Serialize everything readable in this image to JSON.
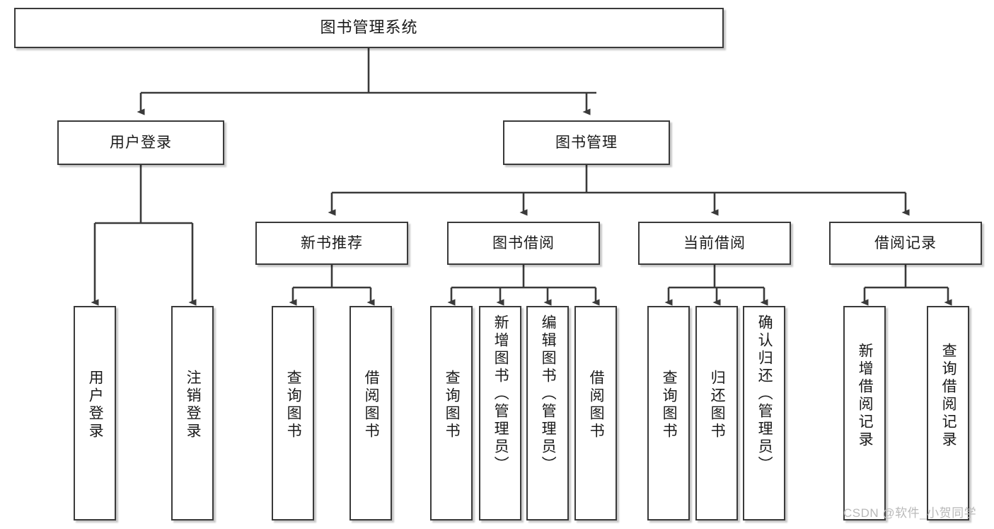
{
  "diagram": {
    "type": "tree",
    "title": "图书管理系统",
    "orientation": "top-down",
    "colors": {
      "box_border": "#3a3a3a",
      "box_fill": "#ffffff",
      "connector": "#3a3a3a",
      "text": "#1a1a1a",
      "watermark": "#b9b9b9"
    },
    "nodes": {
      "root": {
        "label": "图书管理系统",
        "level": 1
      },
      "l2": [
        {
          "id": "user-login",
          "label": "用户登录",
          "level": 2
        },
        {
          "id": "book-manage",
          "label": "图书管理",
          "level": 2
        }
      ],
      "l3": [
        {
          "id": "new-book-recommend",
          "label": "新书推荐",
          "level": 3
        },
        {
          "id": "book-borrow",
          "label": "图书借阅",
          "level": 3
        },
        {
          "id": "current-borrow",
          "label": "当前借阅",
          "level": 3
        },
        {
          "id": "borrow-record",
          "label": "借阅记录",
          "level": 3
        }
      ],
      "leaves": [
        {
          "id": "leaf-user-login",
          "label": "用户登录",
          "parent": "user-login"
        },
        {
          "id": "leaf-logout-login",
          "label": "注销登录",
          "parent": "user-login"
        },
        {
          "id": "leaf-query-book-1",
          "label": "查询图书",
          "parent": "new-book-recommend"
        },
        {
          "id": "leaf-borrow-book-1",
          "label": "借阅图书",
          "parent": "new-book-recommend"
        },
        {
          "id": "leaf-query-book-2",
          "label": "查询图书",
          "parent": "book-borrow"
        },
        {
          "id": "leaf-add-book",
          "label": "新增图书（管理员）",
          "parent": "book-borrow"
        },
        {
          "id": "leaf-edit-book",
          "label": "编辑图书（管理员）",
          "parent": "book-borrow"
        },
        {
          "id": "leaf-borrow-book-2",
          "label": "借阅图书",
          "parent": "book-borrow"
        },
        {
          "id": "leaf-query-book-3",
          "label": "查询图书",
          "parent": "current-borrow"
        },
        {
          "id": "leaf-return-book",
          "label": "归还图书",
          "parent": "current-borrow"
        },
        {
          "id": "leaf-confirm-return",
          "label": "确认归还（管理员）",
          "parent": "current-borrow"
        },
        {
          "id": "leaf-add-record",
          "label": "新增借阅记录",
          "parent": "borrow-record"
        },
        {
          "id": "leaf-query-record",
          "label": "查询借阅记录",
          "parent": "borrow-record"
        }
      ]
    }
  },
  "watermark": {
    "text": "CSDN @软件_小贺同学"
  }
}
